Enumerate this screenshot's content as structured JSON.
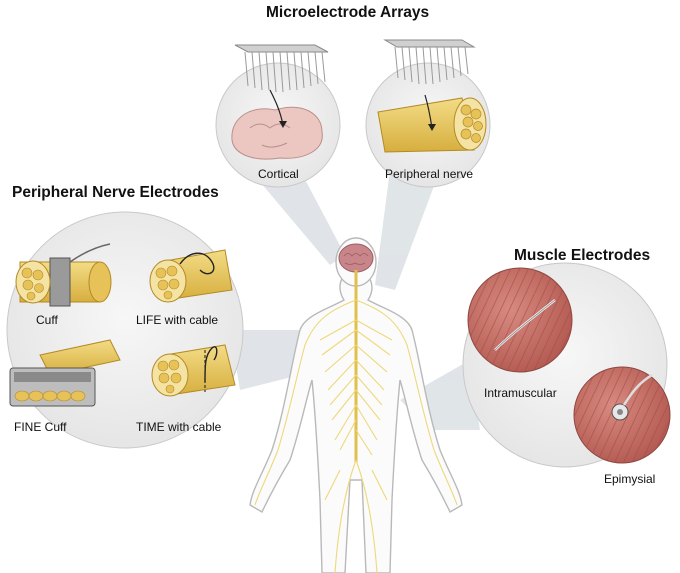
{
  "titles": {
    "microelectrode": "Microelectrode Arrays",
    "peripheral": "Peripheral Nerve Electrodes",
    "muscle": "Muscle Electrodes"
  },
  "labels": {
    "cortical": "Cortical",
    "peripheral_nerve": "Peripheral nerve",
    "cuff": "Cuff",
    "life": "LIFE with cable",
    "fine": "FINE Cuff",
    "time": "TIME with cable",
    "intramuscular": "Intramuscular",
    "epimysial": "Epimysial"
  },
  "colors": {
    "nerve": "#ebcf6a",
    "nerve_dark": "#c49a28",
    "brain": "#c9868a",
    "muscle": "#c46a60",
    "bubble": "#efefef",
    "beam": "#dadfe3"
  }
}
